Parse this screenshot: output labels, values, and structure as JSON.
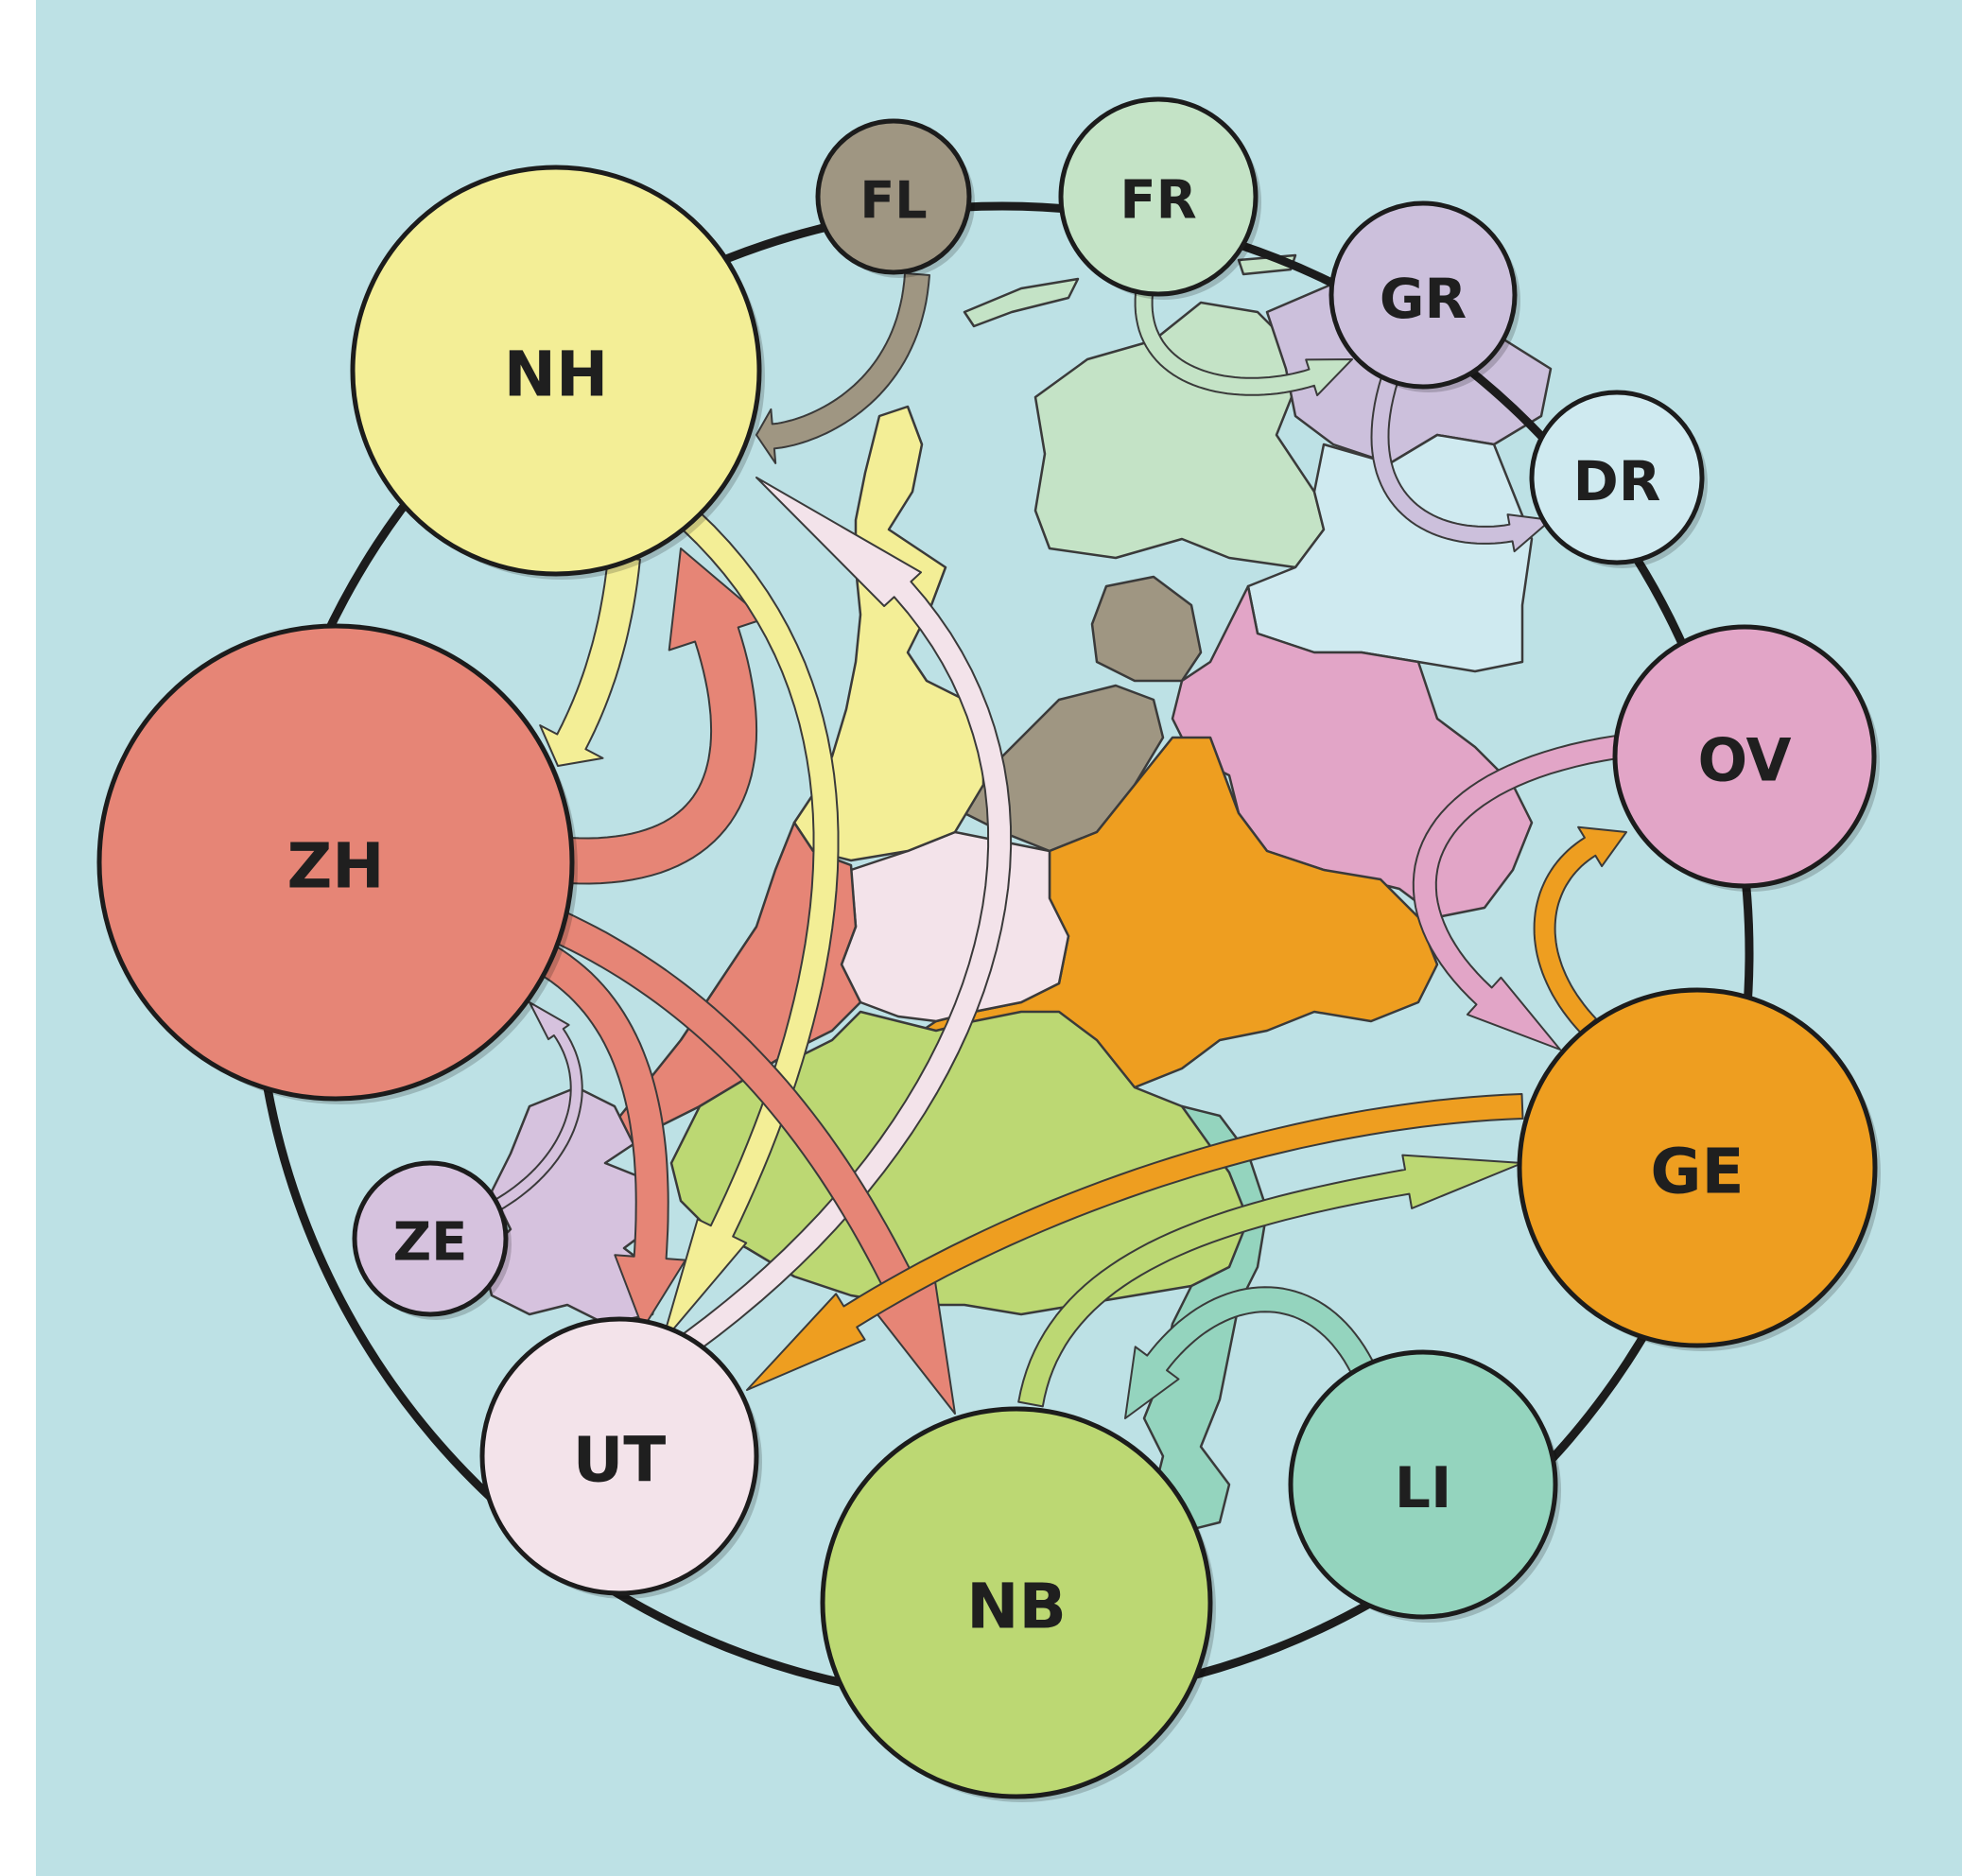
{
  "diagram": {
    "colors": {
      "background": "#bde1e5",
      "ring": "#1c1c1c",
      "NH": "#f3ee96",
      "ZH": "#e68576",
      "FL": "#9f9682",
      "FR": "#c4e3c6",
      "GR": "#ccc0dc",
      "DR": "#cfeaf0",
      "OV": "#e2a5c7",
      "GE": "#ee9e20",
      "LI": "#94d4be",
      "NB": "#bcd873",
      "UT": "#f3e3ea",
      "ZE": "#d6c2de"
    },
    "nodes": [
      {
        "id": "NH",
        "label": "NH"
      },
      {
        "id": "ZH",
        "label": "ZH"
      },
      {
        "id": "FL",
        "label": "FL"
      },
      {
        "id": "FR",
        "label": "FR"
      },
      {
        "id": "GR",
        "label": "GR"
      },
      {
        "id": "DR",
        "label": "DR"
      },
      {
        "id": "OV",
        "label": "OV"
      },
      {
        "id": "GE",
        "label": "GE"
      },
      {
        "id": "LI",
        "label": "LI"
      },
      {
        "id": "NB",
        "label": "NB"
      },
      {
        "id": "UT",
        "label": "UT"
      },
      {
        "id": "ZE",
        "label": "ZE"
      }
    ],
    "flows": [
      {
        "from": "FL",
        "to": "NH"
      },
      {
        "from": "FR",
        "to": "GR"
      },
      {
        "from": "GR",
        "to": "DR"
      },
      {
        "from": "NH",
        "to": "ZH"
      },
      {
        "from": "ZH",
        "to": "NH"
      },
      {
        "from": "NH",
        "to": "UT"
      },
      {
        "from": "UT",
        "to": "NH"
      },
      {
        "from": "ZH",
        "to": "UT"
      },
      {
        "from": "ZH",
        "to": "NB"
      },
      {
        "from": "ZE",
        "to": "ZH"
      },
      {
        "from": "OV",
        "to": "GE"
      },
      {
        "from": "GE",
        "to": "OV"
      },
      {
        "from": "GE",
        "to": "UT"
      },
      {
        "from": "NB",
        "to": "GE"
      },
      {
        "from": "LI",
        "to": "NB"
      }
    ]
  }
}
